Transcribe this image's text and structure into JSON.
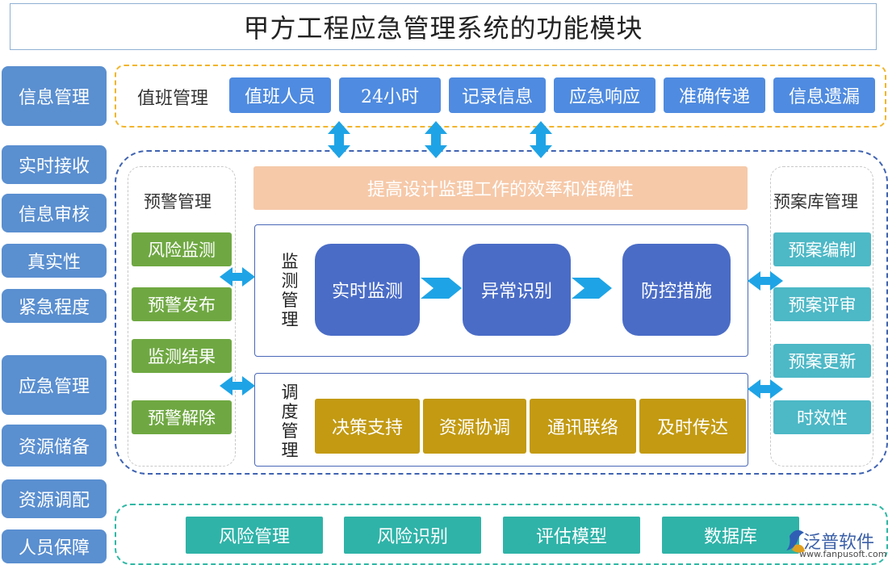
{
  "title": "甲方工程应急管理系统的功能模块",
  "left_column": [
    "信息管理",
    "实时接收",
    "信息审核",
    "真实性",
    "紧急程度",
    "应急管理",
    "资源储备",
    "资源调配",
    "人员保障"
  ],
  "duty": {
    "label": "值班管理",
    "items": [
      "值班人员",
      "24小时",
      "记录信息",
      "应急响应",
      "准确传递",
      "信息遗漏"
    ]
  },
  "goal": "提高设计监理工作的效率和准确性",
  "warning": {
    "title": "预警管理",
    "items": [
      "风险监测",
      "预警发布",
      "监测结果",
      "预警解除"
    ]
  },
  "monitor": {
    "label": "监测管理",
    "steps": [
      "实时监测",
      "异常识别",
      "防控措施"
    ]
  },
  "dispatch": {
    "label": "调度管理",
    "items": [
      "决策支持",
      "资源协调",
      "通讯联络",
      "及时传达"
    ]
  },
  "plan": {
    "title": "预案库管理",
    "items": [
      "预案编制",
      "预案评审",
      "预案更新",
      "时效性"
    ]
  },
  "bottom": [
    "风险管理",
    "风险识别",
    "评估模型",
    "数据库"
  ],
  "logo": {
    "name": "泛普软件",
    "url": "www.fanpusoft.com"
  },
  "colors": {
    "left_blue": "#5a8fd0",
    "duty_blue": "#4f8be0",
    "green": "#6fa842",
    "teal": "#4db8c6",
    "navy": "#4a6cc6",
    "gold": "#c39a12",
    "arrow": "#1ea4e6"
  }
}
